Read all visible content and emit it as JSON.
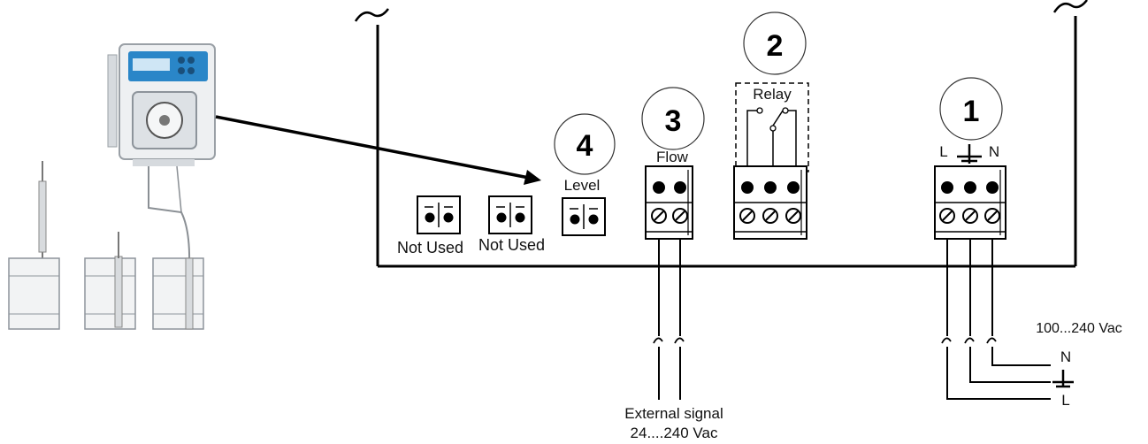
{
  "markers": {
    "m1": "1",
    "m2": "2",
    "m3": "3",
    "m4": "4"
  },
  "labels": {
    "not_used_1": "Not Used",
    "not_used_2": "Not Used",
    "level": "Level",
    "flow": "Flow",
    "relay": "Relay",
    "L": "L",
    "N": "N",
    "supply_voltage": "100...240 Vac",
    "supply_N": "N",
    "supply_L": "L",
    "external_signal": "External signal",
    "external_voltage": "24....240 Vac"
  },
  "symbols": {
    "ac_source_left": "tilde-icon",
    "ac_source_right": "tilde-icon",
    "ground": "ground-icon"
  },
  "colors": {
    "line": "#000000",
    "terminal_fill": "#ffffff",
    "pump_display": "#2a86c8"
  }
}
